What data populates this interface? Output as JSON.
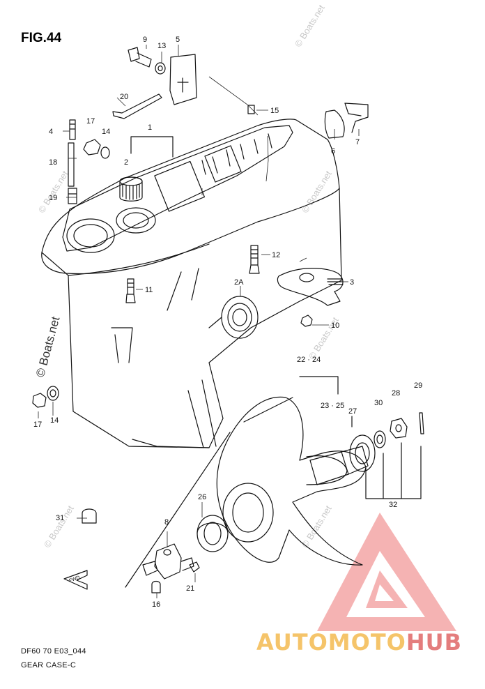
{
  "figure_title": "FIG.44",
  "drawing_code": "DF60 70 E03_044",
  "caption": "GEAR CASE-C",
  "fwd_label": "FWD",
  "brand": {
    "part1": "AUTOMOTO",
    "part2": "HUB",
    "color1": "#f5c46a",
    "color2": "#e47d7d"
  },
  "watermark": "© Boats.net",
  "callouts": {
    "c1": "1",
    "c2": "2",
    "c2a": "2A",
    "c3": "3",
    "c4": "4",
    "c5": "5",
    "c6": "6",
    "c7": "7",
    "c8": "8",
    "c9": "9",
    "c10": "10",
    "c11a": "11",
    "c11b": "11",
    "c12": "12",
    "c13": "13",
    "c14a": "14",
    "c14b": "14",
    "c15": "15",
    "c16": "16",
    "c17a": "17",
    "c17b": "17",
    "c18": "18",
    "c19": "19",
    "c20": "20",
    "c21": "21",
    "c22": "22 · 24",
    "c23": "23 · 25",
    "c26": "26",
    "c27": "27",
    "c28": "28",
    "c29": "29",
    "c30": "30",
    "c31": "31",
    "c32": "32"
  }
}
